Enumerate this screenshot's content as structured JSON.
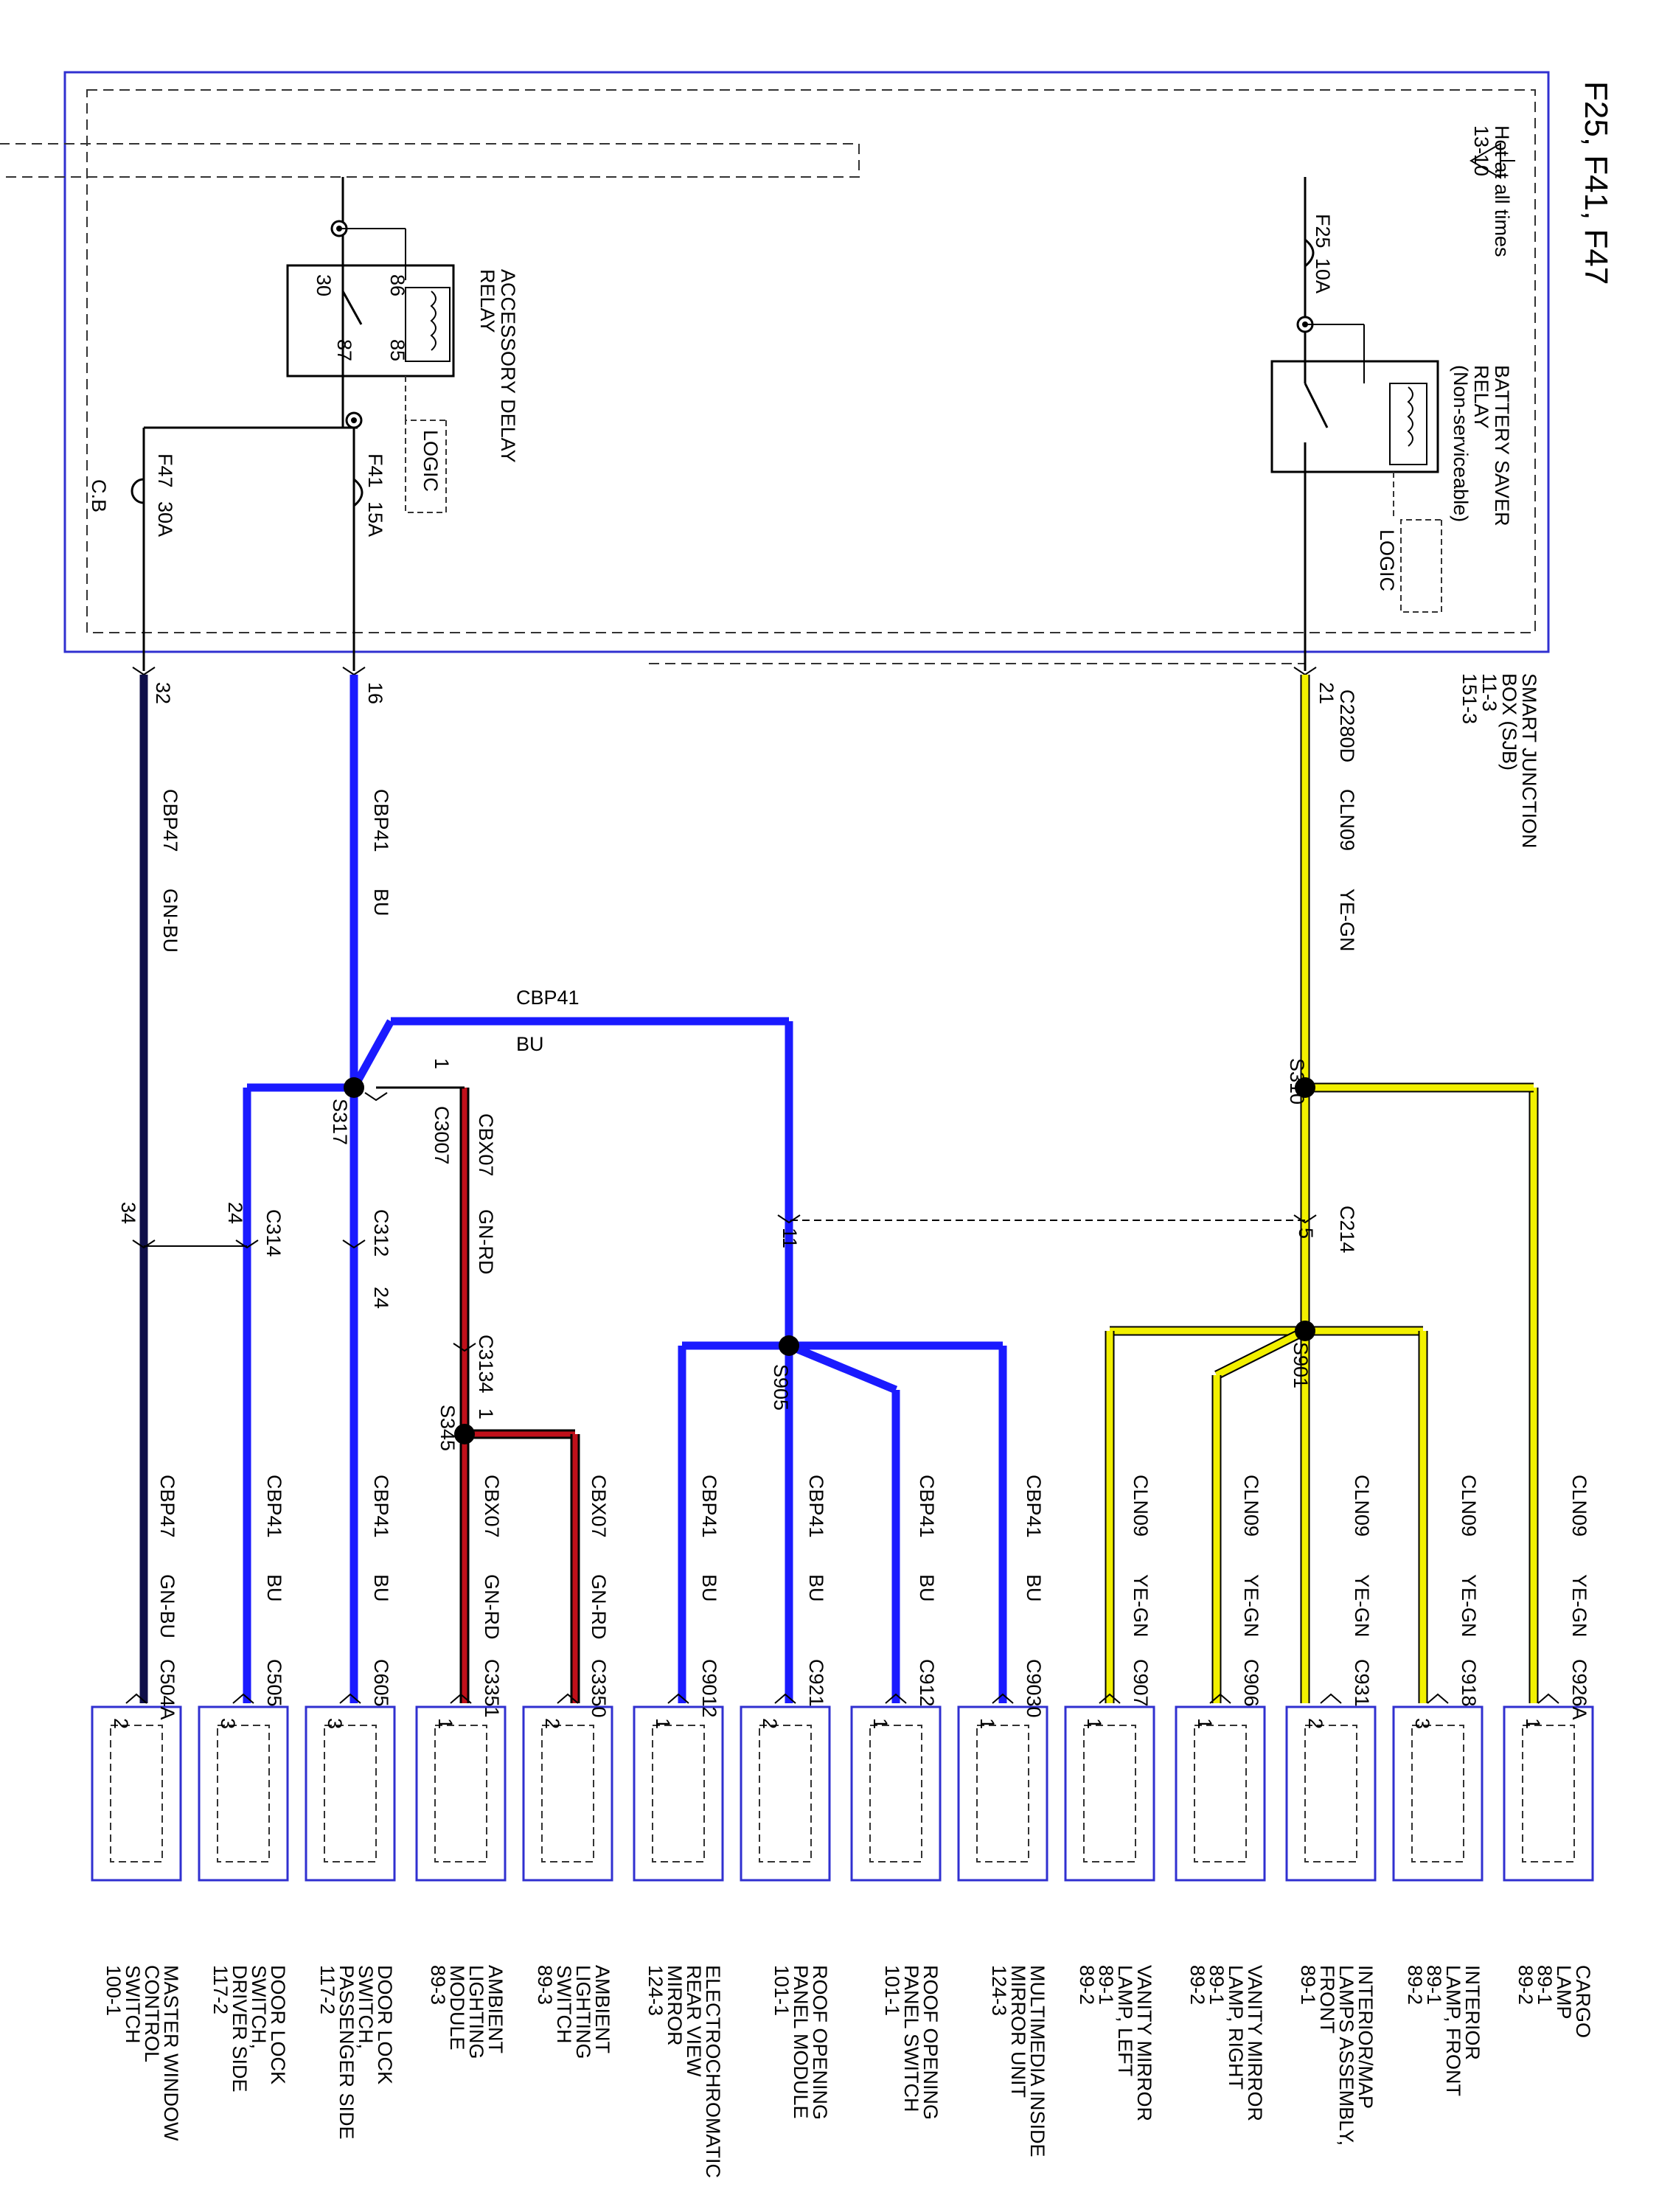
{
  "title": "F25, F41, F47",
  "hot": {
    "line1": "Hot at all times",
    "line2": "13-10"
  },
  "sjb": {
    "line1": "SMART JUNCTION",
    "line2": "BOX (SJB)",
    "line3": "11-3",
    "line4": "151-3"
  },
  "fuses": {
    "f25": {
      "name": "F25",
      "rating": "10A"
    },
    "f41": {
      "name": "F41",
      "rating": "15A"
    },
    "f47": {
      "name": "F47",
      "rating": "30A",
      "type": "C.B"
    }
  },
  "relays": {
    "battery_saver": {
      "line1": "BATTERY SAVER",
      "line2": "RELAY",
      "line3": "(Non-serviceable)"
    },
    "accessory_delay": {
      "line1": "ACCESSORY DELAY",
      "line2": "RELAY",
      "pins": [
        "30",
        "86",
        "87",
        "85"
      ]
    }
  },
  "logic_label": "LOGIC",
  "pins": {
    "p21": "21",
    "p16": "16",
    "p32": "32",
    "c214_pin": "5",
    "c214_pin2": "11",
    "c314_pin": "24",
    "c314_pin2": "34",
    "c3007_pin": "1"
  },
  "wires": {
    "yegn": {
      "circuit": "CLN09",
      "color": "YE-GN"
    },
    "bu": {
      "circuit": "CBP41",
      "color": "BU"
    },
    "gnbu": {
      "circuit": "CBP47",
      "color": "GN-BU"
    },
    "gnrd": {
      "circuit": "CBX07",
      "color": "GN-RD"
    }
  },
  "connectors": {
    "c2280d": "C2280D",
    "c214": "C214",
    "c312": "C312",
    "c312_pin": "24",
    "c314": "C314",
    "c3007": "C3007",
    "c3134": "C3134",
    "c3134_pin": "1"
  },
  "splices": {
    "s310": "S310",
    "s317": "S317",
    "s345": "S345",
    "s901": "S901",
    "s905": "S905"
  },
  "components": [
    {
      "pin": "1",
      "conn": "C926A",
      "circuit": "CLN09",
      "color": "YE-GN",
      "name": [
        "CARGO",
        "LAMP",
        "89-1",
        "89-2"
      ]
    },
    {
      "pin": "3",
      "conn": "C918",
      "circuit": "CLN09",
      "color": "YE-GN",
      "name": [
        "INTERIOR",
        "LAMP, FRONT",
        "89-1",
        "89-2"
      ]
    },
    {
      "pin": "2",
      "conn": "C931",
      "circuit": "CLN09",
      "color": "YE-GN",
      "name": [
        "INTERIOR/MAP",
        "LAMPS ASSEMBLY,",
        "FRONT",
        "89-1"
      ]
    },
    {
      "pin": "1",
      "conn": "C906",
      "circuit": "CLN09",
      "color": "YE-GN",
      "name": [
        "VANITY MIRROR",
        "LAMP, RIGHT",
        "89-1",
        "89-2"
      ]
    },
    {
      "pin": "1",
      "conn": "C907",
      "circuit": "CLN09",
      "color": "YE-GN",
      "name": [
        "VANITY MIRROR",
        "LAMP, LEFT",
        "89-1",
        "89-2"
      ]
    },
    {
      "pin": "1",
      "conn": "C9030",
      "circuit": "CBP41",
      "color": "BU",
      "name": [
        "MULTIMEDIA INSIDE",
        "MIRROR UNIT",
        "124-3"
      ]
    },
    {
      "pin": "1",
      "conn": "C912",
      "circuit": "CBP41",
      "color": "BU",
      "name": [
        "ROOF OPENING",
        "PANEL SWITCH",
        "101-1"
      ]
    },
    {
      "pin": "2",
      "conn": "C921",
      "circuit": "CBP41",
      "color": "BU",
      "name": [
        "ROOF OPENING",
        "PANEL MODULE",
        "101-1"
      ]
    },
    {
      "pin": "1",
      "conn": "C9012",
      "circuit": "CBP41",
      "color": "BU",
      "name": [
        "ELECTROCHROMATIC",
        "REAR VIEW",
        "MIRROR",
        "124-3"
      ]
    },
    {
      "pin": "2",
      "conn": "C3350",
      "circuit": "CBX07",
      "color": "GN-RD",
      "name": [
        "AMBIENT",
        "LIGHTING",
        "SWITCH",
        "89-3"
      ]
    },
    {
      "pin": "1",
      "conn": "C3351",
      "circuit": "CBX07",
      "color": "GN-RD",
      "name": [
        "AMBIENT",
        "LIGHTING",
        "MODULE",
        "89-3"
      ]
    },
    {
      "pin": "3",
      "conn": "C605",
      "circuit": "CBP41",
      "color": "BU",
      "name": [
        "DOOR LOCK",
        "SWITCH,",
        "PASSENGER SIDE",
        "117-2"
      ]
    },
    {
      "pin": "3",
      "conn": "C505",
      "circuit": "CBP41",
      "color": "BU",
      "name": [
        "DOOR LOCK",
        "SWITCH,",
        "DRIVER SIDE",
        "117-2"
      ]
    },
    {
      "pin": "2",
      "conn": "C504A",
      "circuit": "CBP47",
      "color": "GN-BU",
      "name": [
        "MASTER WINDOW",
        "CONTROL",
        "SWITCH",
        "100-1"
      ]
    }
  ],
  "colors": {
    "yellow": "#f2f000",
    "blue": "#1a1aff",
    "navy": "#10104a",
    "red": "#c0101a",
    "frame": "#3030d0"
  }
}
